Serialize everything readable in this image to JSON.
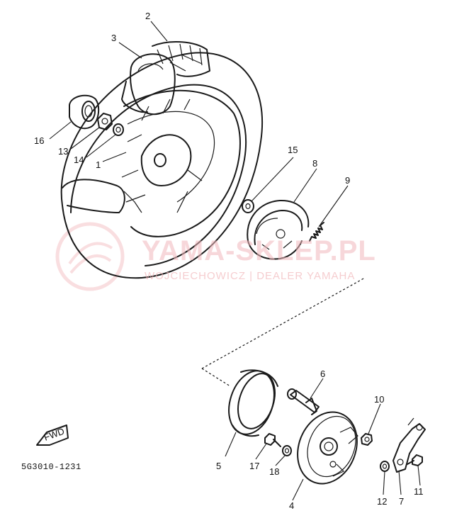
{
  "diagram": {
    "callouts": [
      "1",
      "2",
      "3",
      "4",
      "5",
      "6",
      "7",
      "8",
      "9",
      "10",
      "11",
      "12",
      "13",
      "14",
      "15",
      "16",
      "17",
      "18"
    ],
    "diagram_code": "5G3010-1231",
    "fwd_label": "FWD",
    "watermark": {
      "brand": "YAMA-SKLEP.PL",
      "subtitle": "WOJCIECHOWICZ | DEALER YAMAHA"
    }
  },
  "colors": {
    "line": "#1a1a1a",
    "watermark": "#f2b8bc"
  }
}
